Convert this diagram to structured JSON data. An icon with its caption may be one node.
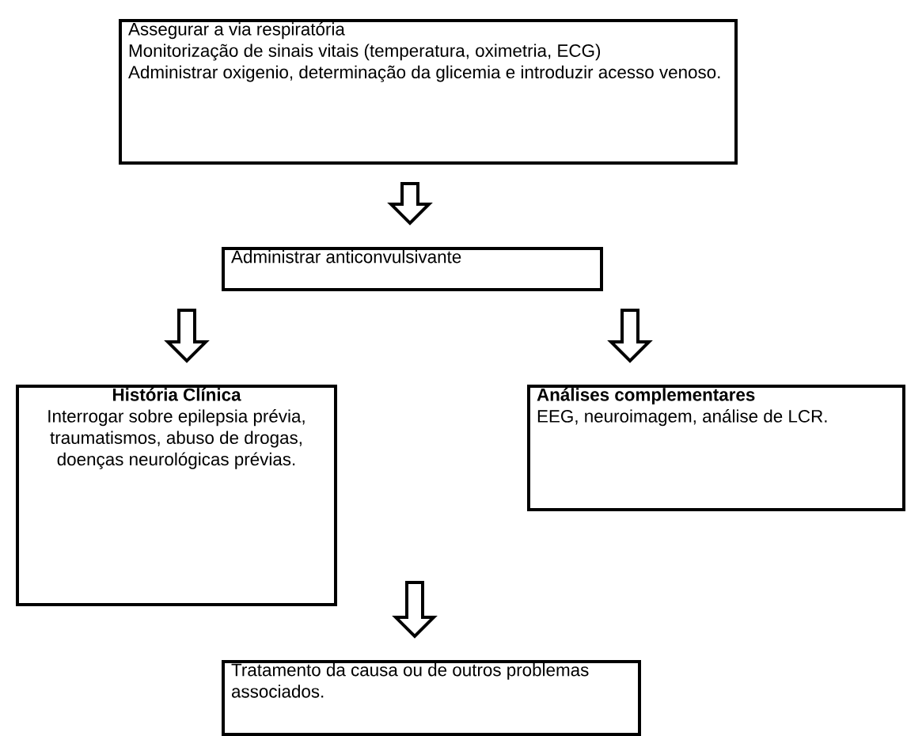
{
  "diagram": {
    "nodes": [
      {
        "text": [
          "Assegurar a via respiratória",
          "Monitorização de sinais vitais (temperatura, oximetria, ECG)",
          "Administrar oxigenio, determinação da glicemia e introduzir acesso venoso."
        ]
      },
      {
        "text": [
          "Administrar anticonvulsivante"
        ]
      },
      {
        "text": [
          "História Clínica",
          "Interrogar sobre epilepsia prévia, traumatismos, abuso de drogas, doenças neurológicas prévias."
        ]
      },
      {
        "text": [
          "Análises complementares",
          "EEG, neuroimagem, análise de LCR."
        ]
      },
      {
        "text": [
          "Tratamento da causa ou de outros problemas associados."
        ]
      }
    ],
    "edges": [
      {
        "from": 0,
        "to": 1,
        "arrow": "to"
      },
      {
        "from": 1,
        "to": 2,
        "arrow": "to"
      },
      {
        "from": 1,
        "to": 3,
        "arrow": "to"
      },
      {
        "from": null,
        "to": 4,
        "arrow": "to"
      }
    ]
  }
}
